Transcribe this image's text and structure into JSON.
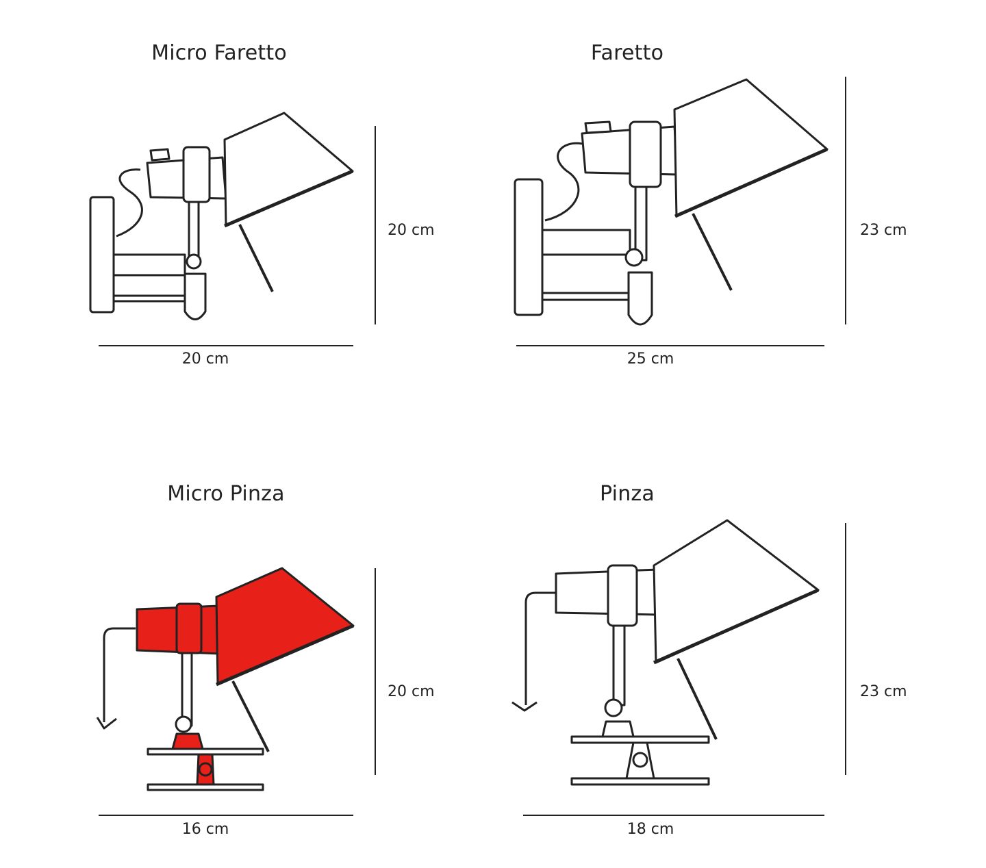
{
  "colors": {
    "stroke": "#222222",
    "accent": "#e8201a",
    "fill": "#ffffff"
  },
  "panels": [
    {
      "title": "Micro Faretto",
      "width_label": "20 cm",
      "height_label": "20 cm",
      "mount": "wall"
    },
    {
      "title": "Faretto",
      "width_label": "25 cm",
      "height_label": "23 cm",
      "mount": "wall"
    },
    {
      "title": "Micro Pinza",
      "width_label": "16 cm",
      "height_label": "20 cm",
      "mount": "clamp",
      "colored": true
    },
    {
      "title": "Pinza",
      "width_label": "18 cm",
      "height_label": "23 cm",
      "mount": "clamp"
    }
  ]
}
